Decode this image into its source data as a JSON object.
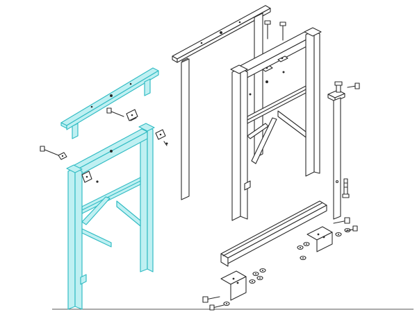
{
  "figure": {
    "kind": "exploded-assembly-drawing",
    "highlight_color": "#33bcc4",
    "highlight_fill": "#bff0f2",
    "line_color": "#2a2a2a",
    "background": "#ffffff",
    "components": [
      "highlighted-top-crossbar",
      "highlighted-leg-frame",
      "rear-top-crossbar",
      "rear-leg-frame",
      "vertical-post",
      "bottom-channel",
      "mounting-bracket-left",
      "mounting-bracket-right",
      "fasteners"
    ]
  }
}
